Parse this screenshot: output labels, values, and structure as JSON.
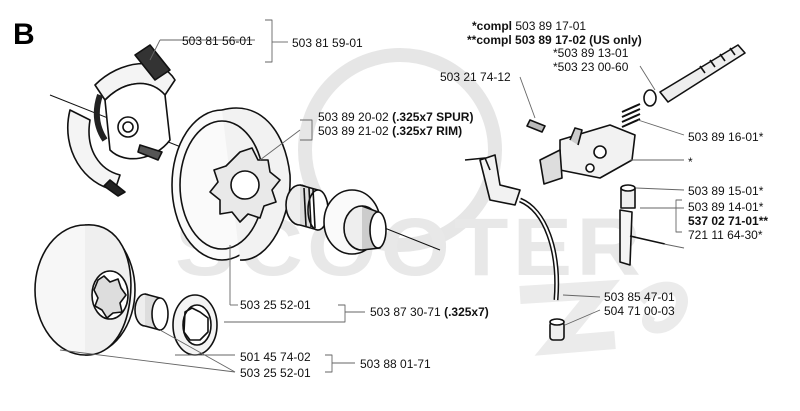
{
  "section_letter": "B",
  "watermark": "SCOOTER ZIP",
  "parts": {
    "p1": "503 81 56-01",
    "p2": "503 81 59-01",
    "p3a": "503 89 20-02",
    "p3a_note": "(.325x7 SPUR)",
    "p3b": "503 89 21-02",
    "p3b_note": "(.325x7 RIM)",
    "p4": "503 25 52-01",
    "p5": "503 87 30-71",
    "p5_note": "(.325x7)",
    "p6": "501 45 74-02",
    "p7": "503 25 52-01",
    "p8": "503 88 01-71",
    "p9": "503 21 74-12",
    "compl1_prefix": "*compl",
    "compl1_num": "503 89 17-01",
    "compl2_prefix": "**compl",
    "compl2_num": "503 89 17-02",
    "compl2_note": "(US only)",
    "p10": "*503 89 13-01",
    "p11": "*503 23 00-60",
    "p12": "503 89 16-01*",
    "p13": "*",
    "p14": "503 89 15-01*",
    "p15": "503 89 14-01*",
    "p16": "537 02 71-01**",
    "p17": "721 11 64-30*",
    "p18": "503 85 47-01",
    "p19": "504 71 00-03"
  }
}
